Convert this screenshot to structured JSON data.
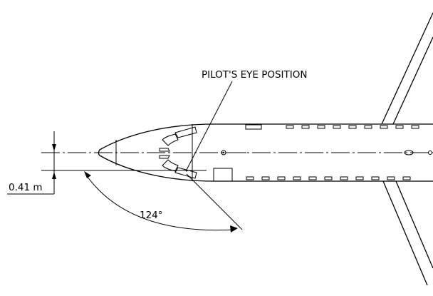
{
  "labels": {
    "eye_position": "PILOT'S EYE POSITION",
    "offset": "0.41 m",
    "angle": "124°"
  }
}
